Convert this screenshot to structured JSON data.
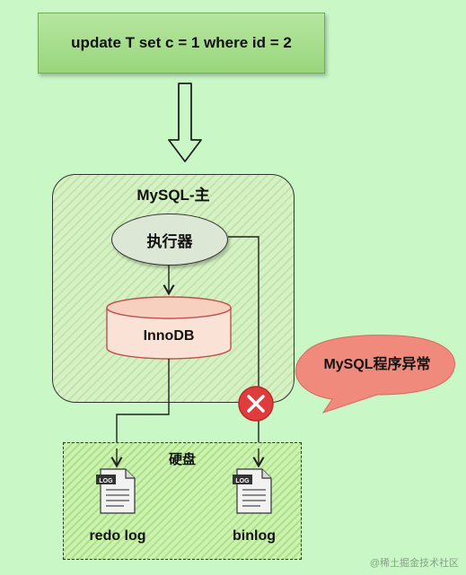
{
  "sql_statement": "update T set c = 1 where id = 2",
  "server": {
    "title": "MySQL-主"
  },
  "executor": {
    "label": "执行器"
  },
  "storage_engine": {
    "label": "InnoDB"
  },
  "error_bubble": {
    "text": "MySQL程序异常"
  },
  "disk": {
    "title": "硬盘",
    "files": [
      {
        "label": "redo log",
        "icon_text": "LOG"
      },
      {
        "label": "binlog",
        "icon_text": "LOG"
      }
    ]
  },
  "watermark": "@稀土掘金技术社区",
  "colors": {
    "background": "#c9f7c6",
    "sql_box": "#a8de8e",
    "db_stroke": "#c0504d",
    "error": "#e03c3c",
    "bubble": "#f08a7c"
  }
}
